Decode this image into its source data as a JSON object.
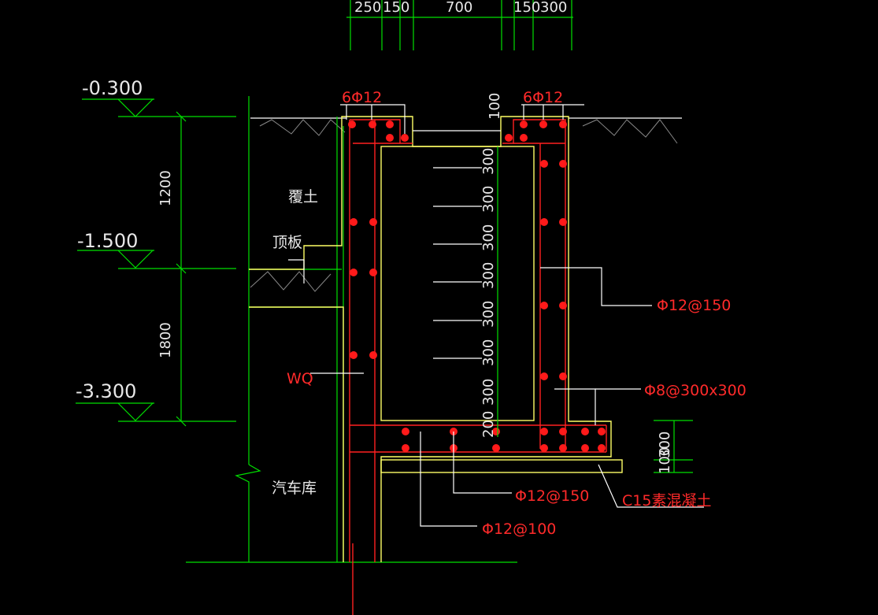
{
  "colors": {
    "background": "#000000",
    "dimension": "#00e000",
    "concrete": "#ffff66",
    "rebar": "#ff2020",
    "text": "#e8e8e8"
  },
  "top_dimensions": [
    "250",
    "150",
    "700",
    "150",
    "300"
  ],
  "right_small_dim": "100",
  "elevations": [
    "-0.300",
    "-1.500",
    "-3.300"
  ],
  "left_dimensions": [
    "1200",
    "1800"
  ],
  "inner_dimensions": [
    "300",
    "300",
    "300",
    "300",
    "300",
    "300",
    "300",
    "200"
  ],
  "bottom_right_dims": [
    "300",
    "100"
  ],
  "labels": {
    "soil_cover": "覆土",
    "roof_slab": "顶板",
    "wall": "WQ",
    "garage": "汽车库"
  },
  "rebar_labels": {
    "top_left": "6Φ12",
    "top_right": "6Φ12",
    "right_main": "Φ12@150",
    "tie": "Φ8@300x300",
    "bottom_1": "Φ12@150",
    "bottom_2": "Φ12@100",
    "cushion": "C15素混凝土"
  }
}
